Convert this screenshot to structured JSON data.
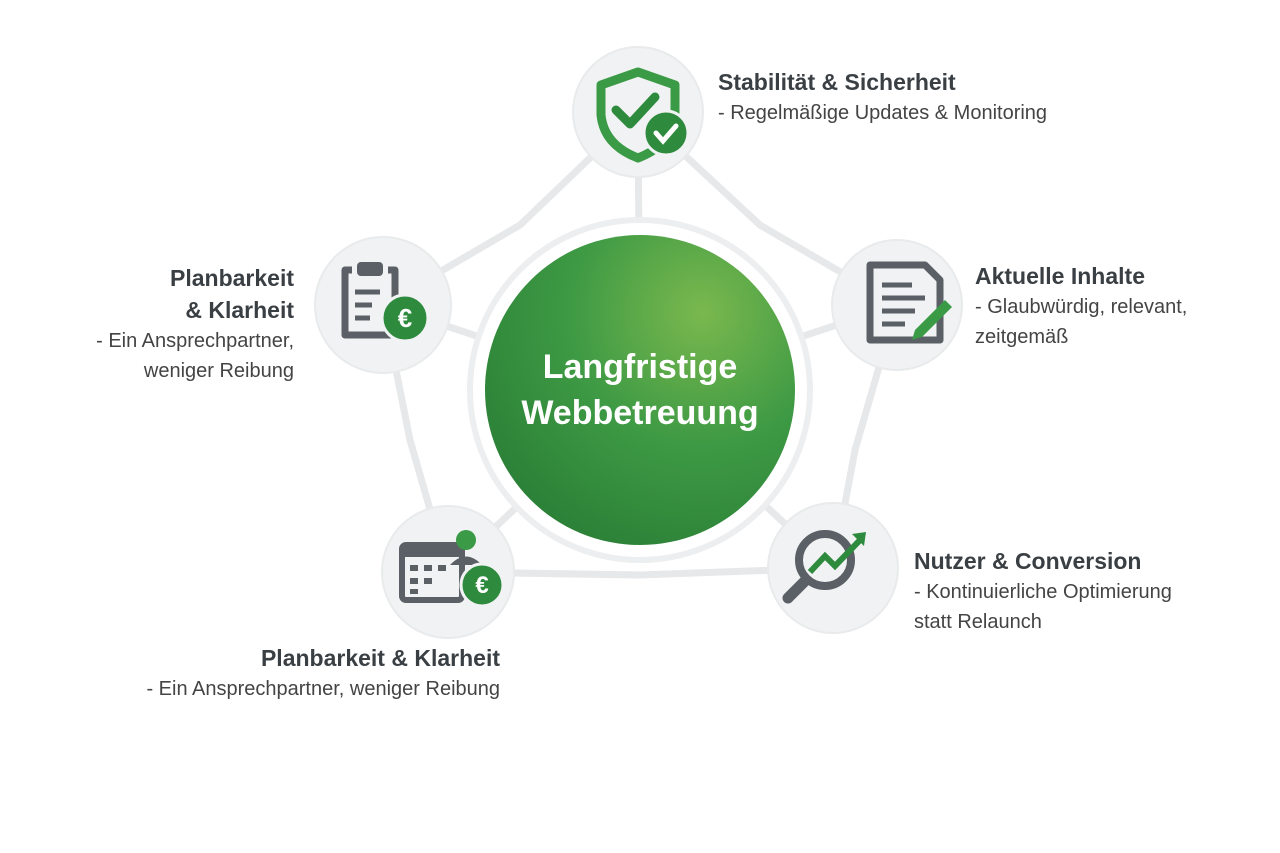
{
  "center": {
    "line1": "Langfristige",
    "line2": "Webbetreuung"
  },
  "nodes": [
    {
      "title": "Stabilität & Sicherheit",
      "desc": "- Regelmäßige Updates & Monitoring",
      "icon": "shield-check-icon"
    },
    {
      "title": "Aktuelle Inhalte",
      "desc1": "- Glaubwürdig, relevant,",
      "desc2": "zeitgemäß",
      "icon": "document-edit-icon"
    },
    {
      "title": "Nutzer & Conversion",
      "desc1": "- Kontinuierliche Optimierung",
      "desc2": "statt Relaunch",
      "icon": "search-growth-icon"
    },
    {
      "title": "Planbarkeit & Klarheit",
      "desc": "- Ein Ansprechpartner, weniger Reibung",
      "icon": "calendar-user-euro-icon"
    },
    {
      "title1": "Planbarkeit",
      "title2": "& Klarheit",
      "desc1": "- Ein Ansprechpartner,",
      "desc2": "weniger Reibung",
      "icon": "clipboard-euro-icon"
    }
  ],
  "colors": {
    "green": "#2e8b3e",
    "green_light": "#6ab04c",
    "text": "#3a3f44",
    "node_bg": "#f1f2f3",
    "line": "#e4e6e8"
  }
}
